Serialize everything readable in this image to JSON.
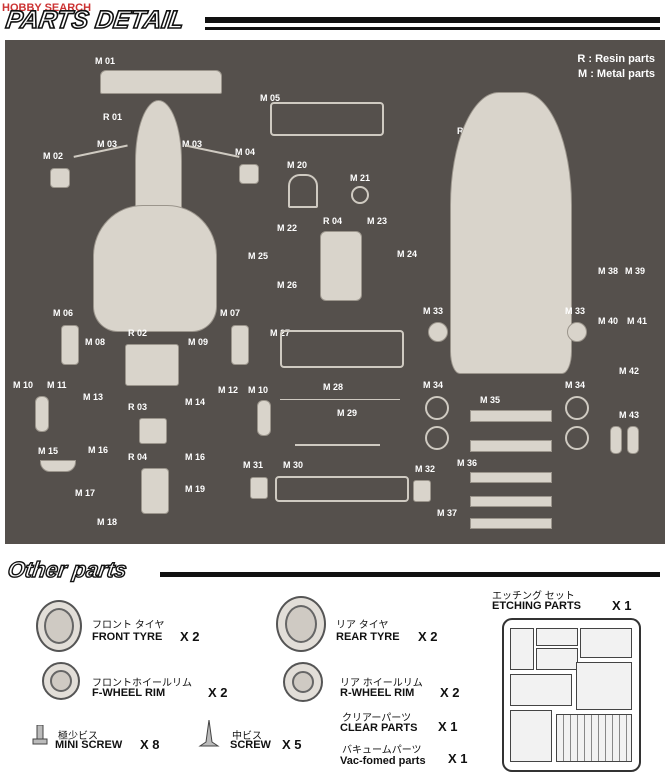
{
  "watermark": "HOBBY SEARCH",
  "header": {
    "title": "PARTS DETAIL"
  },
  "legend": {
    "resin": "R : Resin parts",
    "metal": "M : Metal parts"
  },
  "part_labels": {
    "m01": "M 01",
    "r01": "R 01",
    "m05a": "M 05",
    "r05": "R 05",
    "m02": "M 02",
    "m03a": "M 03",
    "m03b": "M 03",
    "m04": "M 04",
    "m20": "M 20",
    "m21": "M 21",
    "r04a": "R 04",
    "m23": "M 23",
    "m22": "M 22",
    "m24": "M 24",
    "m25": "M 25",
    "m26": "M 26",
    "m06": "M 06",
    "m08": "M 08",
    "r02": "R 02",
    "m09": "M 09",
    "m07": "M 07",
    "m27": "M 27",
    "m33a": "M 33",
    "m33b": "M 33",
    "m38": "M 38",
    "m39": "M 39",
    "m40": "M 40",
    "m41": "M 41",
    "m10a": "M 10",
    "m11": "M 11",
    "m13": "M 13",
    "r03": "R 03",
    "m14": "M 14",
    "m12": "M 12",
    "m10b": "M 10",
    "m28": "M 28",
    "m29": "M 29",
    "m34a": "M 34",
    "m35": "M 35",
    "m34b": "M 34",
    "m42": "M 42",
    "m43": "M 43",
    "m15": "M 15",
    "m16a": "M 16",
    "r04b": "R 04",
    "m16b": "M 16",
    "m19": "M 19",
    "m17": "M 17",
    "m18": "M 18",
    "m31": "M 31",
    "m30": "M 30",
    "m32": "M 32",
    "m36": "M 36",
    "m37": "M 37"
  },
  "other_parts": {
    "title": "Other parts",
    "items": {
      "front_tyre": {
        "jp": "フロント タイヤ",
        "en": "FRONT TYRE",
        "qty": "X 2"
      },
      "rear_tyre": {
        "jp": "リア タイヤ",
        "en": "REAR TYRE",
        "qty": "X 2"
      },
      "f_wheel_rim": {
        "jp": "フロントホイールリム",
        "en": "F-WHEEL RIM",
        "qty": "X 2"
      },
      "r_wheel_rim": {
        "jp": "リア ホイールリム",
        "en": "R-WHEEL RIM",
        "qty": "X 2"
      },
      "mini_screw": {
        "jp": "極少ビス",
        "en": "MINI SCREW",
        "qty": "X 8"
      },
      "screw": {
        "jp": "中ビス",
        "en": "SCREW",
        "qty": "X 5"
      },
      "clear_parts": {
        "jp": "クリアーパーツ",
        "en": "CLEAR PARTS",
        "qty": "X 1"
      },
      "vac_parts": {
        "jp": "バキュームパーツ",
        "en": "Vac-fomed parts",
        "qty": "X 1"
      },
      "etching": {
        "jp": "エッチング セット",
        "en": "ETCHING PARTS",
        "qty": "X 1"
      }
    }
  }
}
